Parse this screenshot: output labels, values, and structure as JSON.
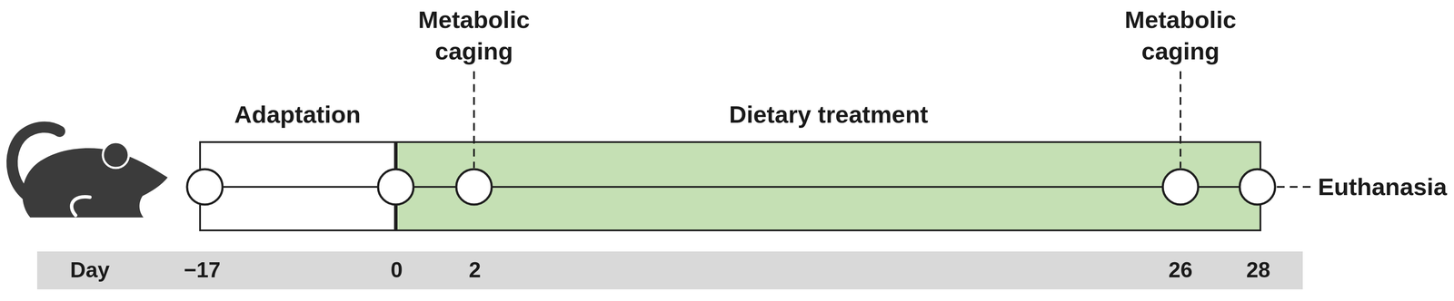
{
  "diagram": {
    "nodes": [
      {
        "text": [
          "Adaptation"
        ]
      },
      {
        "text": [
          "Dietary treatment"
        ]
      },
      {
        "text": [
          "Day",
          "−17",
          "0",
          "2",
          "26",
          "28"
        ]
      }
    ],
    "labels": [
      "Metabolic caging",
      "Metabolic caging",
      "Euthanasia"
    ]
  }
}
